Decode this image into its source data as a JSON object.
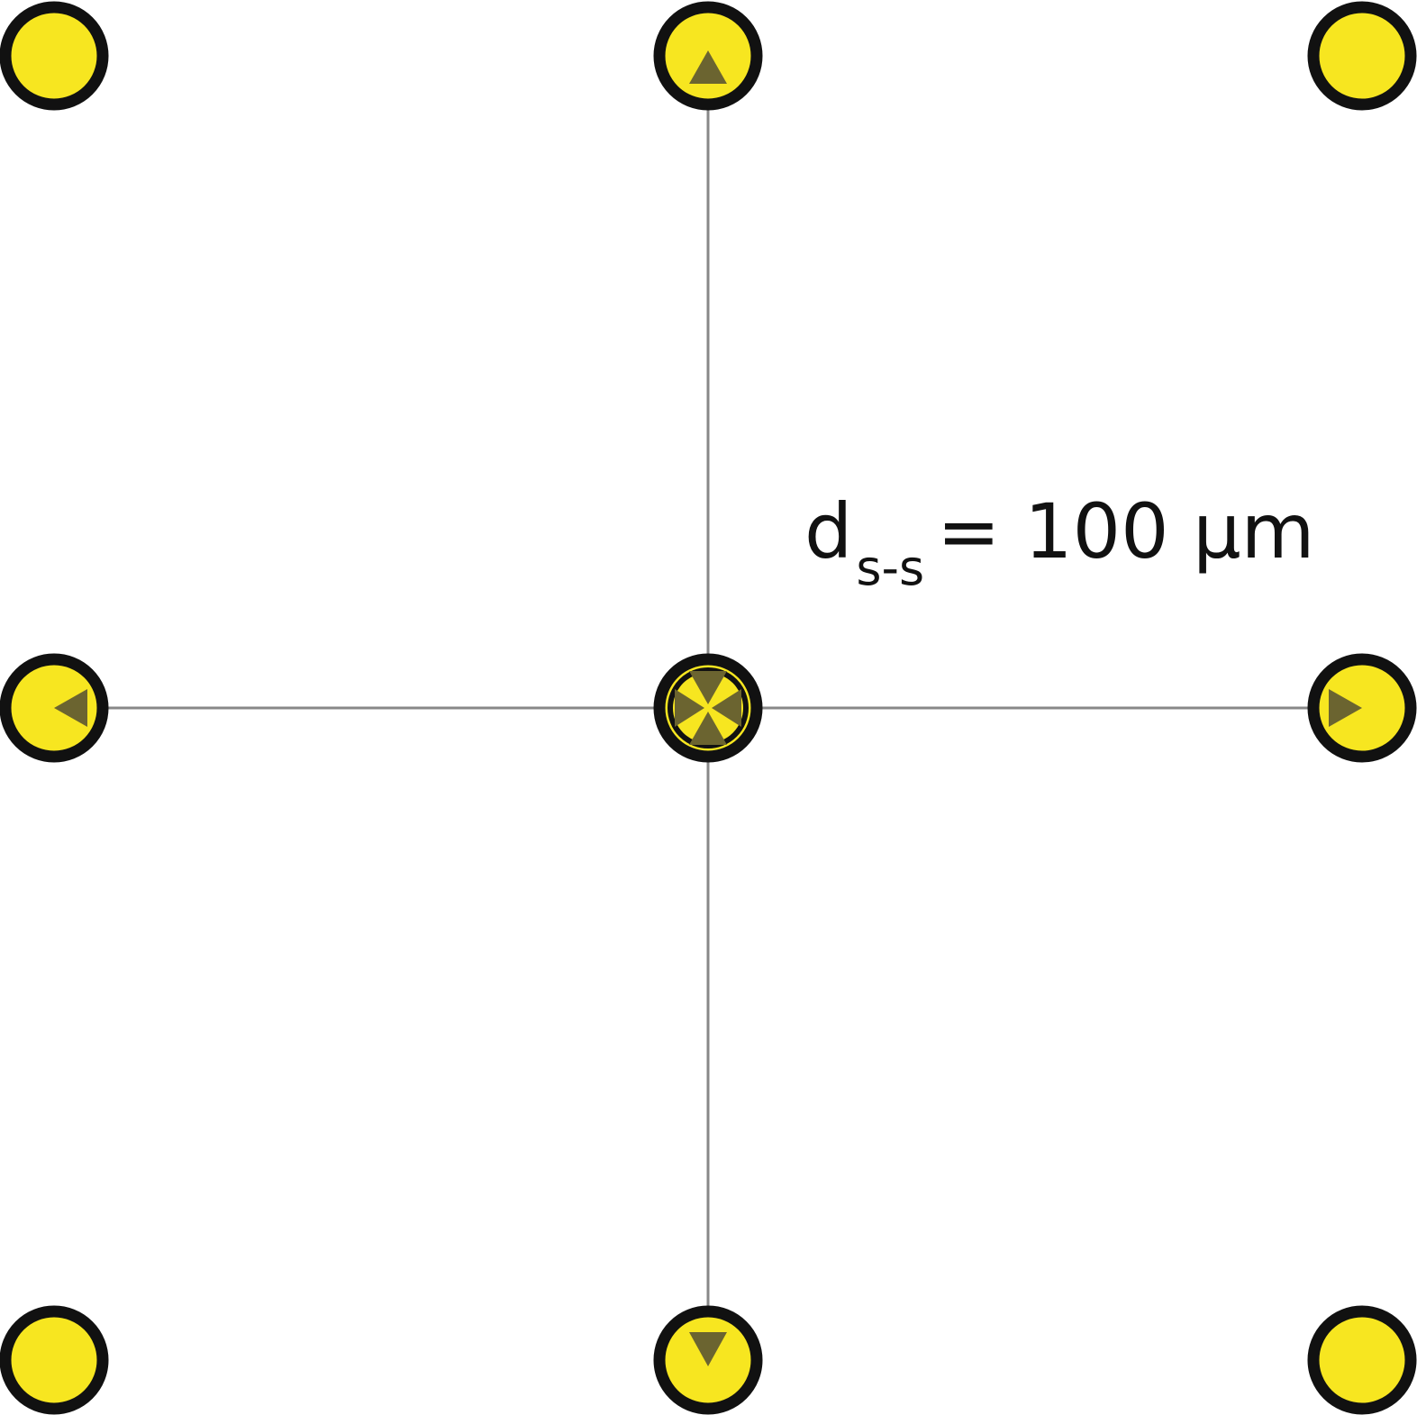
{
  "colors": {
    "dot_fill": "#f7e620",
    "dot_stroke": "#111111",
    "connector": "#888888",
    "arrow": "#6b6430"
  },
  "label": {
    "base": "d",
    "subscript": "s-s",
    "value": "= 100 µm"
  }
}
